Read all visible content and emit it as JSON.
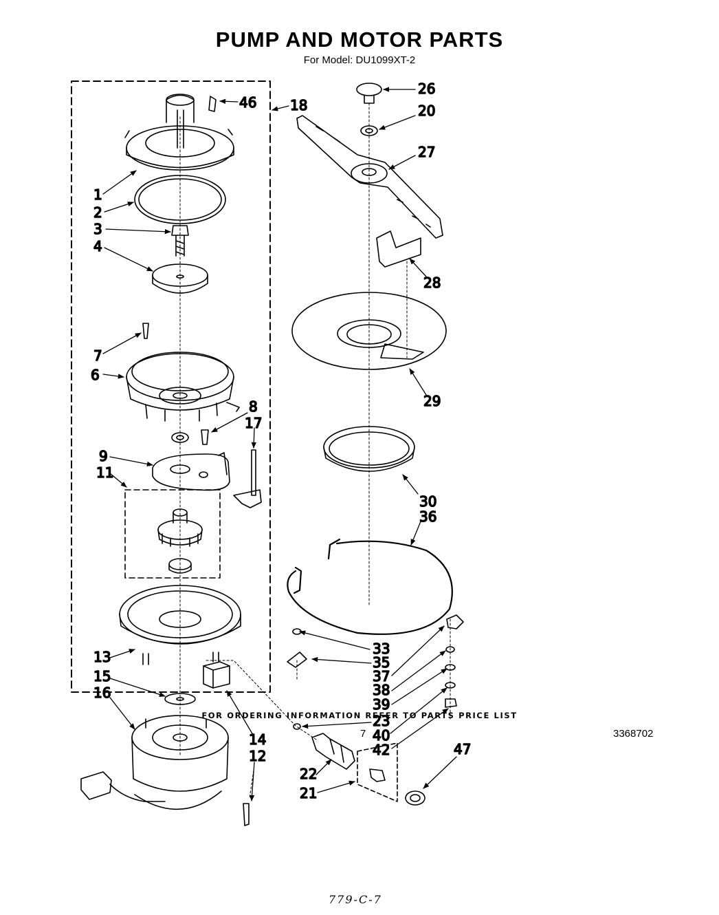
{
  "title": "PUMP AND MOTOR PARTS",
  "subtitle": "For Model: DU1099XT-2",
  "callouts": [
    "46",
    "18",
    "1",
    "2",
    "3",
    "4",
    "7",
    "6",
    "8",
    "17",
    "9",
    "11",
    "13",
    "15",
    "16",
    "14",
    "12",
    "22",
    "21",
    "26",
    "20",
    "27",
    "28",
    "29",
    "30",
    "36",
    "33",
    "35",
    "37",
    "38",
    "39",
    "23",
    "40",
    "42",
    "47"
  ],
  "footer": "FOR ORDERING INFORMATION REFER TO PARTS PRICE LIST",
  "page_number": "7",
  "document_number": "3368702",
  "handwritten_note": "779-C-7"
}
